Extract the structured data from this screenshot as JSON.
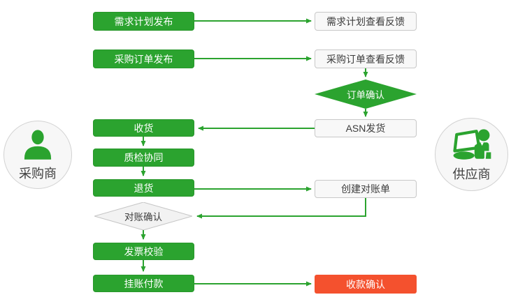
{
  "diagram": {
    "type": "flowchart",
    "background": "#ffffff",
    "colors": {
      "process_green": "#2ba32f",
      "terminal_red": "#f4512e",
      "neutral_box_bg": "#f8f8f8",
      "neutral_border": "#c8c8c8",
      "dark_text": "#3c3c3c",
      "arrow_green": "#2ba32f"
    },
    "actors": {
      "buyer": {
        "label": "采购商",
        "icon": "person-bust-icon"
      },
      "supplier": {
        "label": "供应商",
        "icon": "person-laptop-icon"
      }
    },
    "nodes": {
      "demand_plan_publish": "需求计划发布",
      "po_publish": "采购订单发布",
      "receive_goods": "收货",
      "quality_collab": "质检协同",
      "return_goods": "退货",
      "recon_confirm": "对账确认",
      "invoice_check": "发票校验",
      "book_payment": "挂账付款",
      "demand_plan_feedback": "需求计划查看反馈",
      "po_feedback": "采购订单查看反馈",
      "order_confirm": "订单确认",
      "asn_ship": "ASN发货",
      "create_recon": "创建对账单",
      "receipt_confirm": "收款确认"
    },
    "edges": [
      "需求计划发布 → 需求计划查看反馈",
      "采购订单发布 → 采购订单查看反馈",
      "采购订单查看反馈 → 订单确认",
      "订单确认 → ASN发货",
      "ASN发货 → 收货",
      "收货 → 质检协同",
      "质检协同 → 退货",
      "退货 → 创建对账单",
      "创建对账单 → 对账确认",
      "对账确认 → 发票校验",
      "发票校验 → 挂账付款",
      "挂账付款 → 收款确认"
    ]
  }
}
